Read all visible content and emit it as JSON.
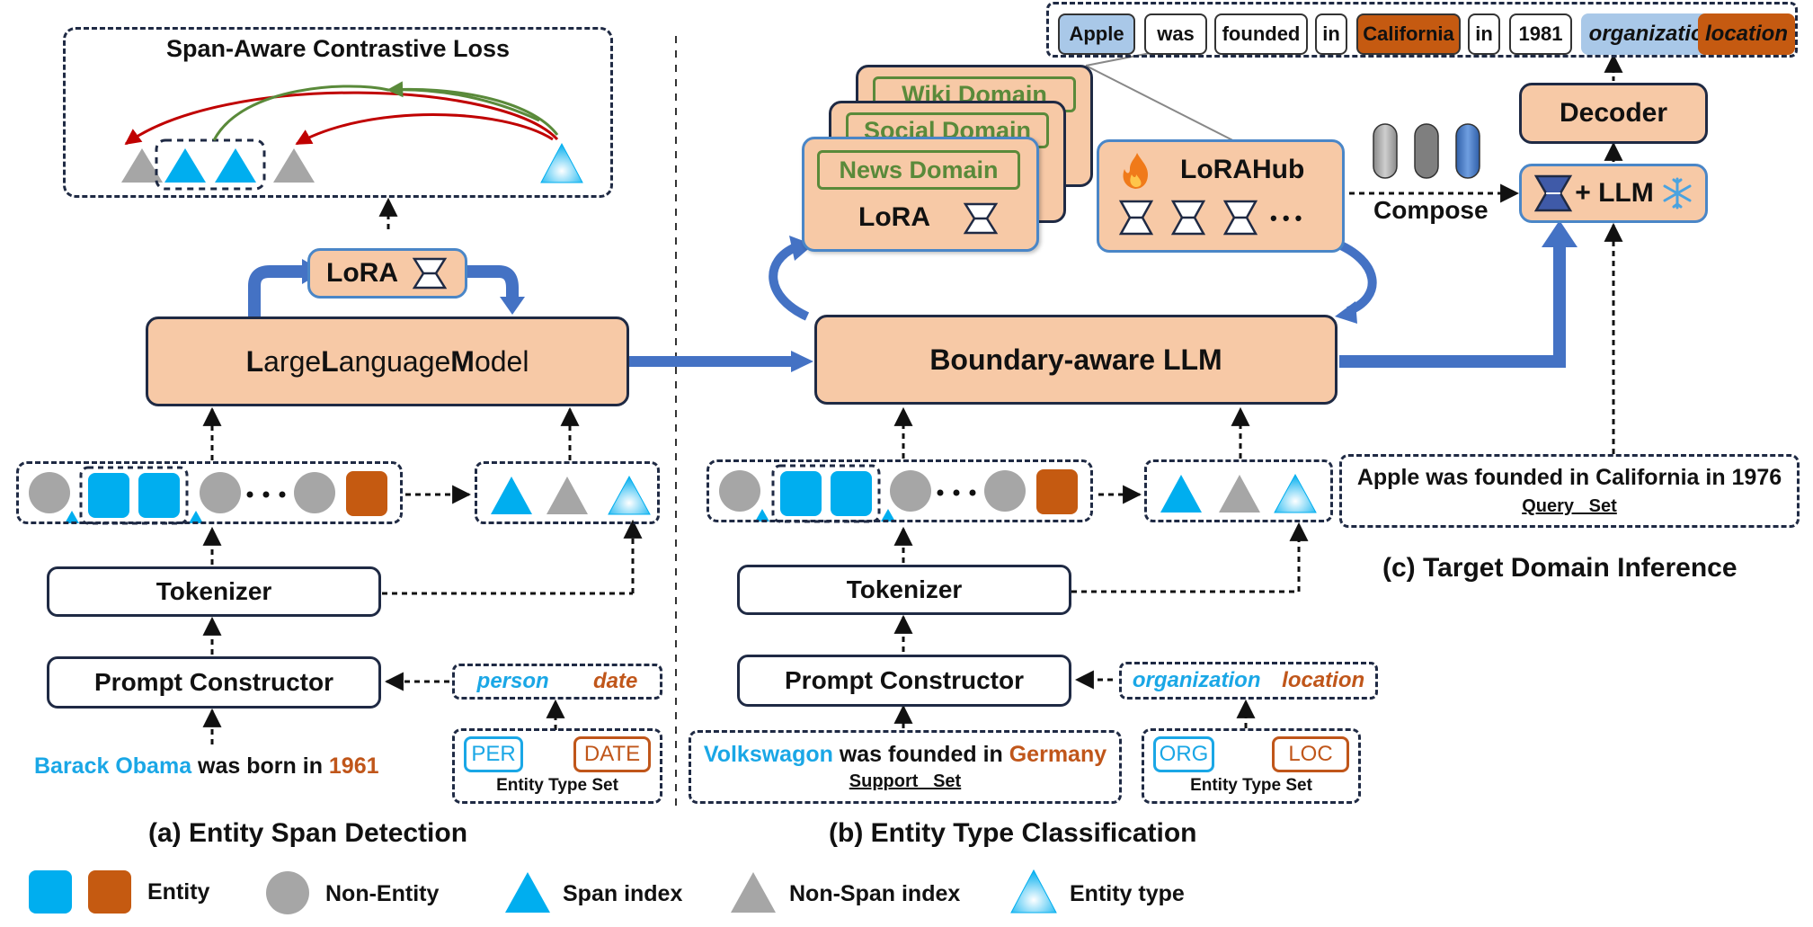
{
  "panel_a": {
    "contrastive_title": "Span-Aware Contrastive Loss",
    "lora_label": "LoRA",
    "llm_label": {
      "l1": "L",
      "t1": "arge ",
      "l2": "L",
      "t2": "anguage ",
      "l3": "M",
      "t3": "odel"
    },
    "tokenizer": "Tokenizer",
    "prompt_constructor": "Prompt Constructor",
    "types": {
      "person": "person",
      "date": "date"
    },
    "type_set": {
      "per": "PER",
      "date": "DATE",
      "caption": "Entity Type Set"
    },
    "sentence": {
      "entity": "Barack Obama",
      "middle": " was born in ",
      "date": "1961"
    },
    "caption": "(a) Entity Span Detection"
  },
  "panel_b": {
    "domains": {
      "wiki": "Wiki Domain",
      "social": "Social Domain",
      "news": "News Domain"
    },
    "lora_label": "LoRA",
    "lorahub_label": "LoRAHub",
    "ellipsis": "• • •",
    "compose": "Compose",
    "llm_label": "Boundary-aware LLM",
    "tokenizer": "Tokenizer",
    "prompt_constructor": "Prompt Constructor",
    "types": {
      "organization": "organization",
      "location": "location"
    },
    "type_set": {
      "org": "ORG",
      "loc": "LOC",
      "caption": "Entity Type Set"
    },
    "support": {
      "entity": "Volkswagon",
      "middle": " was founded in ",
      "place": "Germany",
      "caption": "Support   Set"
    },
    "caption": "(b) Entity Type Classification"
  },
  "panel_c": {
    "tokens": [
      "Apple",
      "was",
      "founded",
      "in",
      "California",
      "in",
      "1981",
      "organization",
      "location"
    ],
    "decoder": "Decoder",
    "llm_plus": "+ LLM",
    "query": {
      "text": "Apple was founded in California in 1976",
      "caption": "Query   Set"
    },
    "caption": "(c) Target Domain Inference"
  },
  "legend": {
    "entity": "Entity",
    "non_entity": "Non-Entity",
    "span_index": "Span index",
    "non_span_index": "Non-Span index",
    "entity_type": "Entity type"
  },
  "colors": {
    "peach": "#f7c9a6",
    "entity_blue": "#00aeef",
    "entity_orange": "#c55a11",
    "gray": "#a6a6a6",
    "arrow_blue": "#4472c4",
    "dark": "#1f2a44",
    "green": "#5a8a3a"
  }
}
